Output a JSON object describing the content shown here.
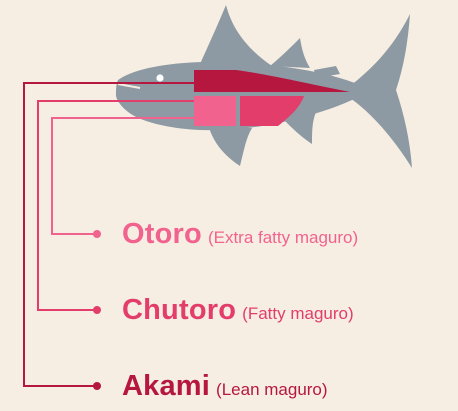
{
  "colors": {
    "background": "#f6eee3",
    "fish_body": "#8e9aa3",
    "fish_eye": "#ffffff",
    "otoro": "#f2628f",
    "chutoro": "#e23d6b",
    "akami": "#b5173f"
  },
  "cuts": [
    {
      "id": "otoro",
      "name": "Otoro",
      "description": "(Extra fatty maguro)"
    },
    {
      "id": "chutoro",
      "name": "Chutoro",
      "description": "(Fatty maguro)"
    },
    {
      "id": "akami",
      "name": "Akami",
      "description": "(Lean maguro)"
    }
  ]
}
